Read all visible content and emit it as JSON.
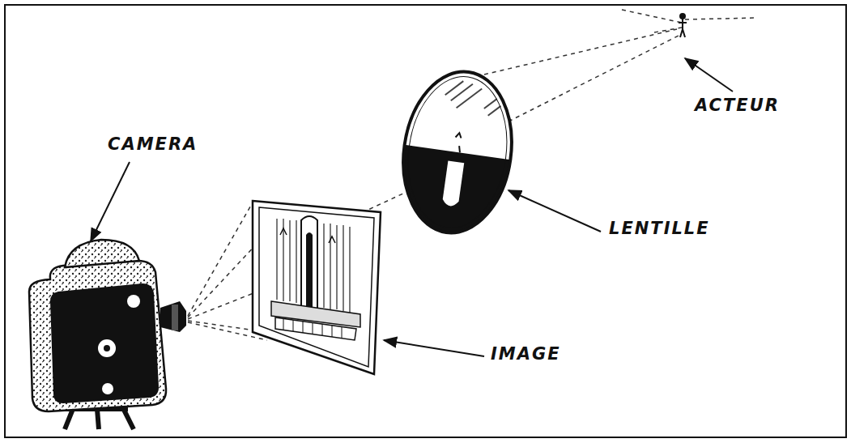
{
  "diagram": {
    "labels": [
      "ACTEUR",
      "CAMERA",
      "LENTILLE",
      "IMAGE"
    ]
  }
}
